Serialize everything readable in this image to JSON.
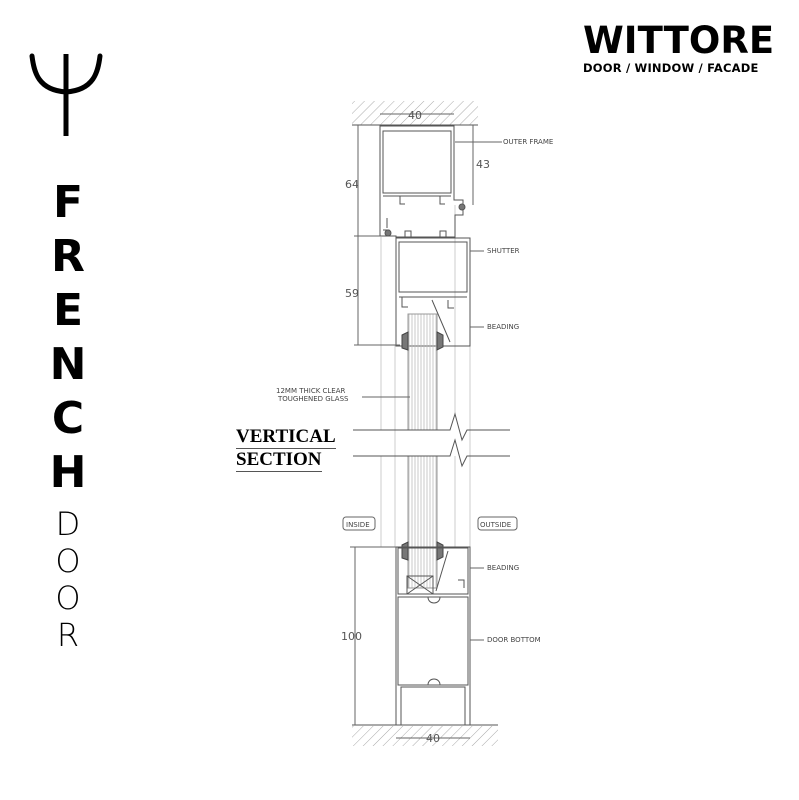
{
  "logo": {
    "brand": "WITTORE",
    "tagline": "DOOR / WINDOW / FACADE"
  },
  "title": {
    "word1": [
      "F",
      "R",
      "E",
      "N",
      "C",
      "H"
    ],
    "word2": [
      "D",
      "O",
      "O",
      "R"
    ]
  },
  "section_title": {
    "line1": "VERTICAL",
    "line2": "SECTION"
  },
  "drawing": {
    "labels": {
      "outer_frame": "OUTER FRAME",
      "shutter": "SHUTTER",
      "beading_top": "BEADING",
      "glass_line1": "12MM THICK CLEAR",
      "glass_line2": "TOUGHENED GLASS",
      "inside": "INSIDE",
      "outside": "OUTSIDE",
      "beading_bottom": "BEADING",
      "door_bottom": "DOOR BOTTOM"
    },
    "dimensions": {
      "top_width": "40",
      "frame_height": "64",
      "frame_offset": "43",
      "shutter_height": "59",
      "bottom_height": "100",
      "bottom_width": "40"
    }
  }
}
